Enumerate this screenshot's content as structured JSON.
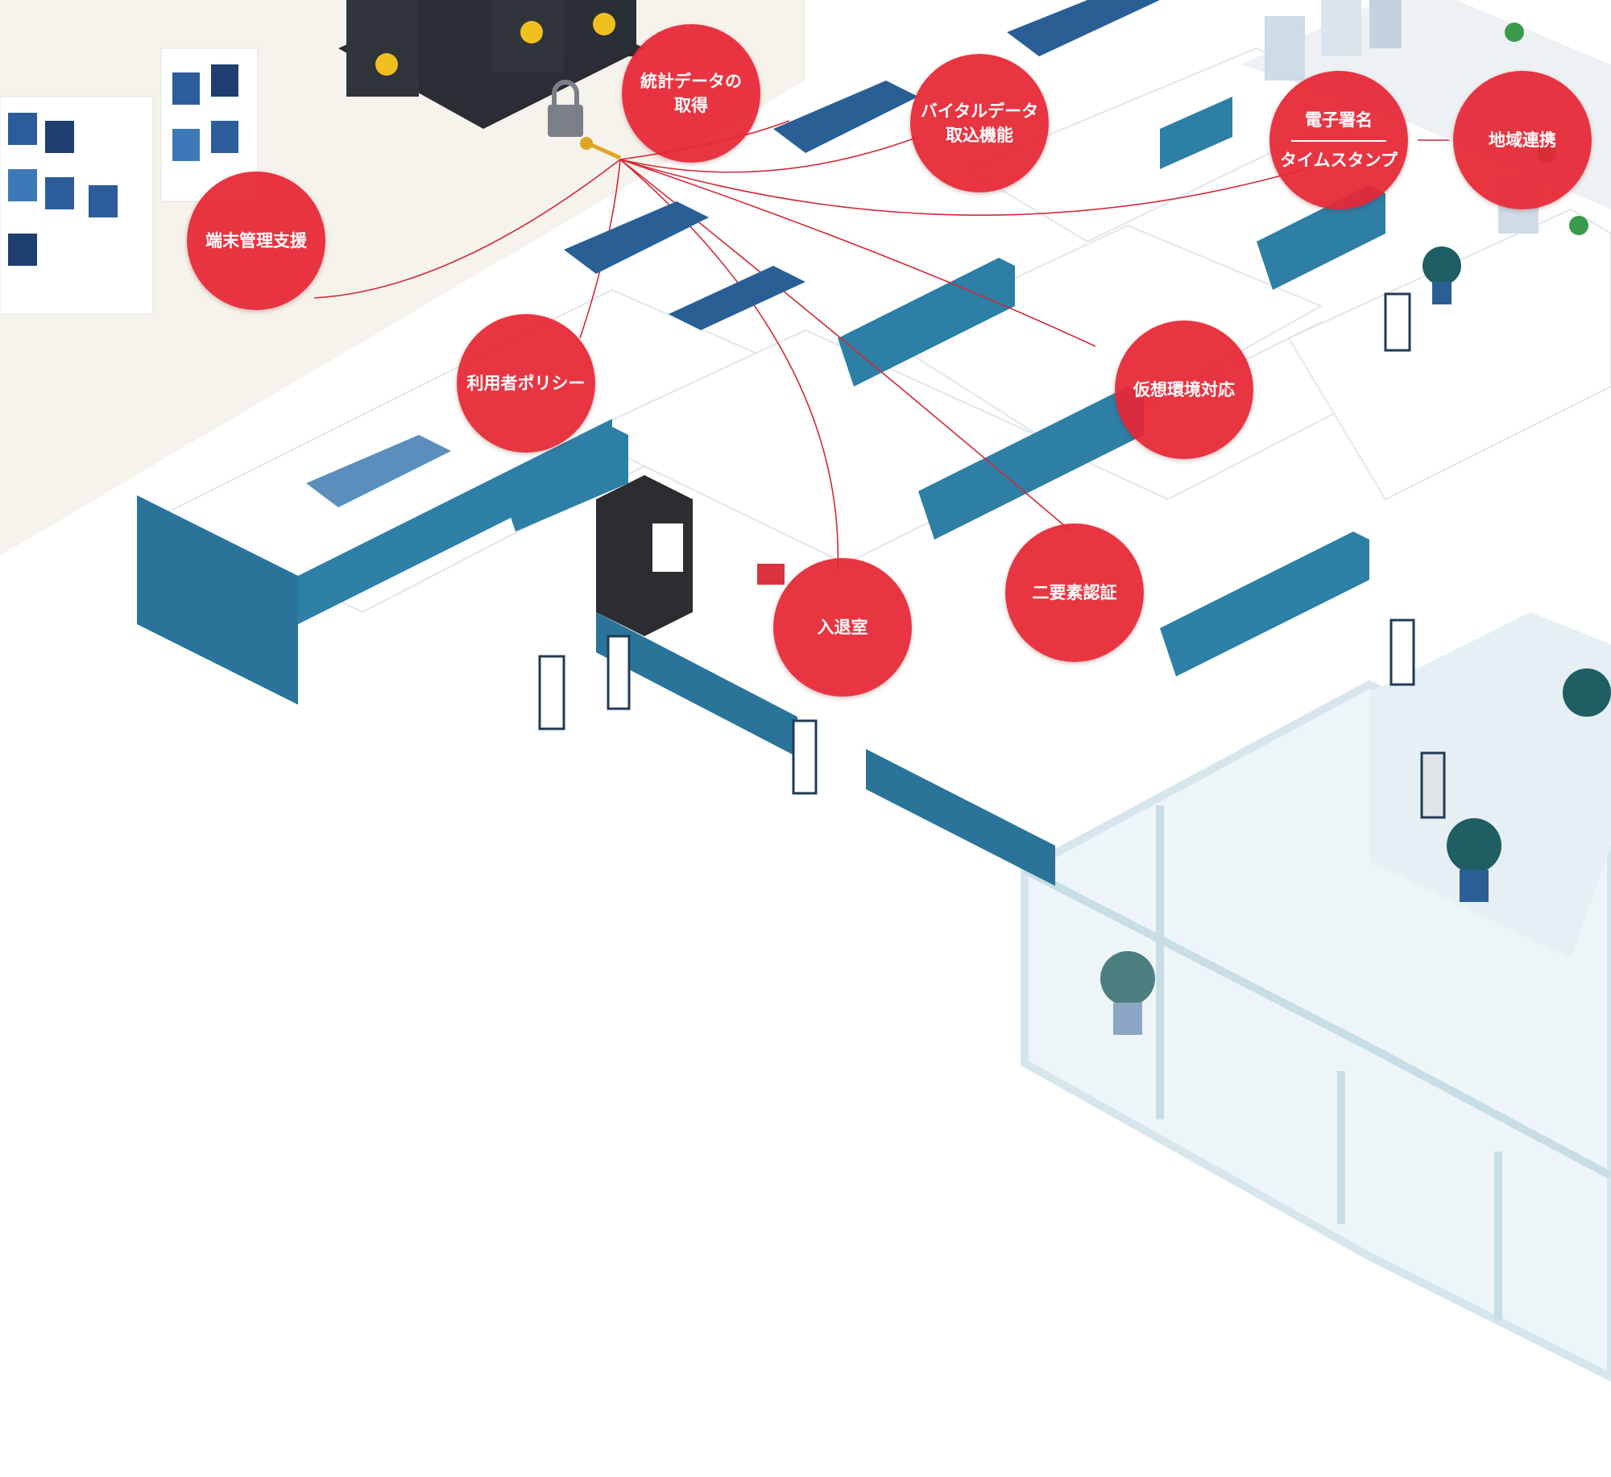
{
  "colors": {
    "accent_red": "#e62634",
    "wall_blue": "#2e7fa6",
    "floor": "#ffffff",
    "dark_navy": "#1f3b57",
    "glass": "#dcebf2"
  },
  "features": [
    {
      "id": "terminal",
      "lines": [
        "端末管理支援"
      ]
    },
    {
      "id": "stats",
      "lines": [
        "統計データの",
        "取得"
      ]
    },
    {
      "id": "vital",
      "lines": [
        "バイタルデータ",
        "取込機能"
      ]
    },
    {
      "id": "esign",
      "top": "電子署名",
      "bottom": "タイムスタンプ"
    },
    {
      "id": "regional",
      "lines": [
        "地域連携"
      ]
    },
    {
      "id": "policy",
      "lines": [
        "利用者ポリシー"
      ]
    },
    {
      "id": "virtual",
      "lines": [
        "仮想環境対応"
      ]
    },
    {
      "id": "twofactor",
      "lines": [
        "二要素認証"
      ]
    },
    {
      "id": "entry",
      "lines": [
        "入退室"
      ]
    }
  ],
  "illustration": {
    "icons": [
      "padlock-icon",
      "key-icon",
      "server-rack-icon",
      "xray-icon",
      "first-aid-kit-icon"
    ]
  }
}
